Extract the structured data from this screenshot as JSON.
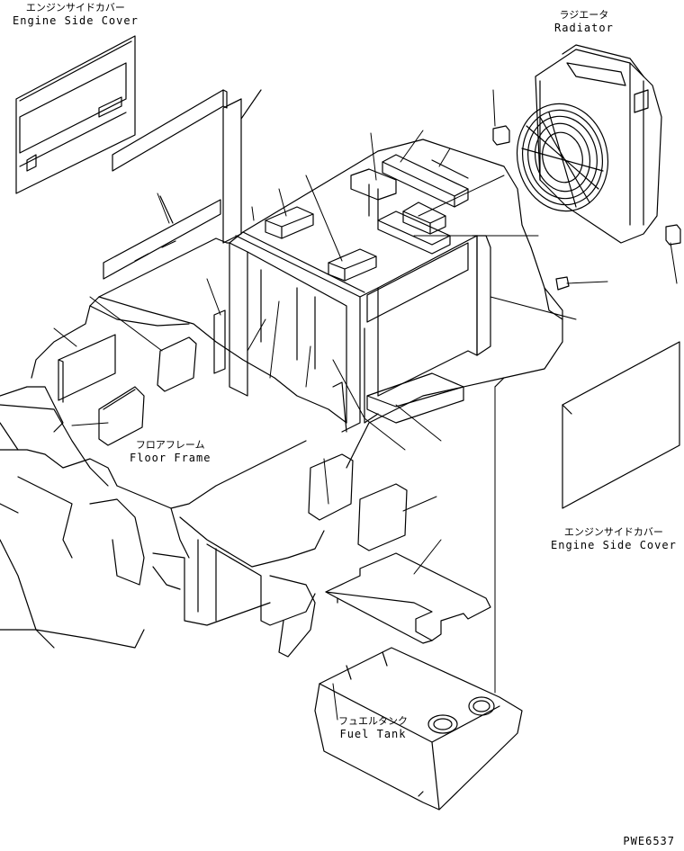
{
  "labels": {
    "engine_side_cover_top": {
      "jp": "エンジンサイドカバー",
      "en": "Engine Side Cover"
    },
    "radiator": {
      "jp": "ラジエータ",
      "en": "Radiator"
    },
    "floor_frame": {
      "jp": "フロアフレーム",
      "en": "Floor Frame"
    },
    "engine_side_cover_right": {
      "jp": "エンジンサイドカバー",
      "en": "Engine Side Cover"
    },
    "fuel_tank": {
      "jp": "フュエルタンク",
      "en": "Fuel Tank"
    }
  },
  "drawing_number": "PWE6537"
}
